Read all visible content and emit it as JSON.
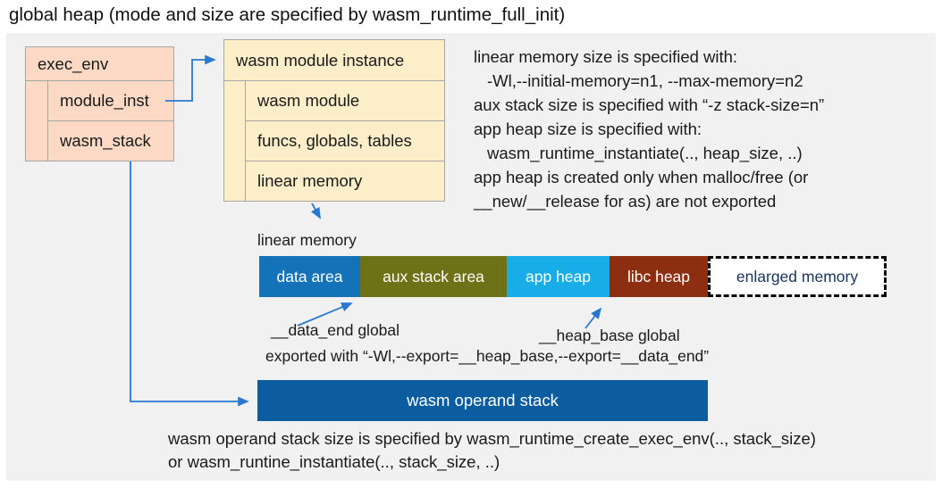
{
  "title": "global heap (mode and size are specified by wasm_runtime_full_init)",
  "exec_env_box": {
    "header": "exec_env",
    "rows": [
      "module_inst",
      "wasm_stack"
    ]
  },
  "module_instance_box": {
    "header": "wasm module instance",
    "rows": [
      "wasm module",
      "funcs, globals, tables",
      "linear memory"
    ]
  },
  "right_notes": {
    "lines": [
      "linear memory size is specified with:",
      "-Wl,--initial-memory=n1, --max-memory=n2",
      "aux stack size is specified with “-z stack-size=n”",
      "app heap size is specified with:",
      "wasm_runtime_instantiate(.., heap_size, ..)",
      "app heap is created only when malloc/free (or",
      "__new/__release for as) are not exported"
    ]
  },
  "linear_memory": {
    "label": "linear memory",
    "segments": [
      {
        "label": "data area",
        "color": "#1472b8",
        "text_color": "#ffffff"
      },
      {
        "label": "aux stack area",
        "color": "#6f7116",
        "text_color": "#ffffff"
      },
      {
        "label": "app heap",
        "color": "#18ade8",
        "text_color": "#ffffff"
      },
      {
        "label": "libc heap",
        "color": "#8c2e10",
        "text_color": "#ffffff"
      },
      {
        "label": "enlarged memory",
        "color": "#ffffff",
        "text_color": "#17355c",
        "border": "dashed"
      }
    ]
  },
  "annotations": {
    "data_end_label": "__data_end global",
    "heap_base_label": "__heap_base global",
    "export_line": "exported with “-Wl,--export=__heap_base,--export=__data_end”"
  },
  "operand_stack": {
    "label": "wasm operand stack",
    "color": "#0b5d9f"
  },
  "bottom_notes": {
    "lines": [
      "wasm operand stack size is specified by wasm_runtime_create_exec_env(.., stack_size)",
      "or wasm_runtine_instantiate(.., stack_size, ..)"
    ]
  },
  "colors": {
    "panel_bg": "#f1f1f1",
    "box_peach": "#fbd9c5",
    "box_cream": "#fbeec8",
    "box_border": "#a6a6a6",
    "arrow_blue": "#2878d0",
    "text_dark": "#1a1a1a"
  }
}
